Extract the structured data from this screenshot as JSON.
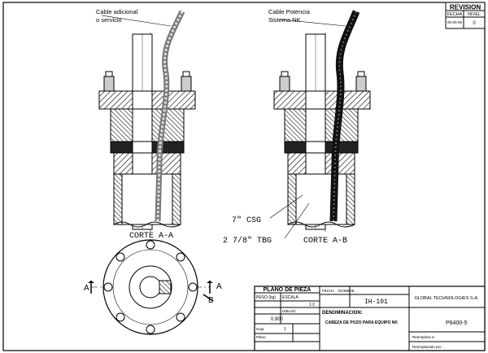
{
  "revision": {
    "title": "REVISION",
    "fecha_label": "FECHA",
    "nivel_label": "NIVEL",
    "fecha_value": "00-00-00",
    "nivel_value": "0"
  },
  "left_view": {
    "cable_label_line1": "Cable adicional",
    "cable_label_line2": "o servicio",
    "section_label": "CORTE A-A"
  },
  "right_view": {
    "cable_label_line1": "Cable Potencia",
    "cable_label_line2": "Sistema NK",
    "casing_label": "7\" CSG",
    "tubing_label": "2 7/8\" TBG",
    "section_label": "CORTE A-B"
  },
  "plan_view": {
    "marker_a_left": "A",
    "marker_a_right": "A",
    "marker_b": "B"
  },
  "title_block": {
    "plano_title": "PLANO DE PIEZA",
    "peso_label": "PESO (kg)",
    "escala_label": "ESCALA",
    "escala_value": "1:2",
    "peso_value": "0.900",
    "dibujo_label": "DIBUJO",
    "fecha_label": "FECHA",
    "nombre_label": "NOMBRE",
    "code": "IH-101",
    "company": "GLOBAL TECHNOLOGIES S.A.",
    "denominacion_label": "DENOMINACION:",
    "denominacion_value": "CABEZA DE POZO PARA EQUIPO NK",
    "part_number": "P6400-5",
    "reemplaza_label": "Reemplaza a :",
    "reemplazado_label": "Reemplazado por :",
    "hoja_label": "Hoja",
    "hoja_value": "1",
    "plano_label": "Plano"
  }
}
